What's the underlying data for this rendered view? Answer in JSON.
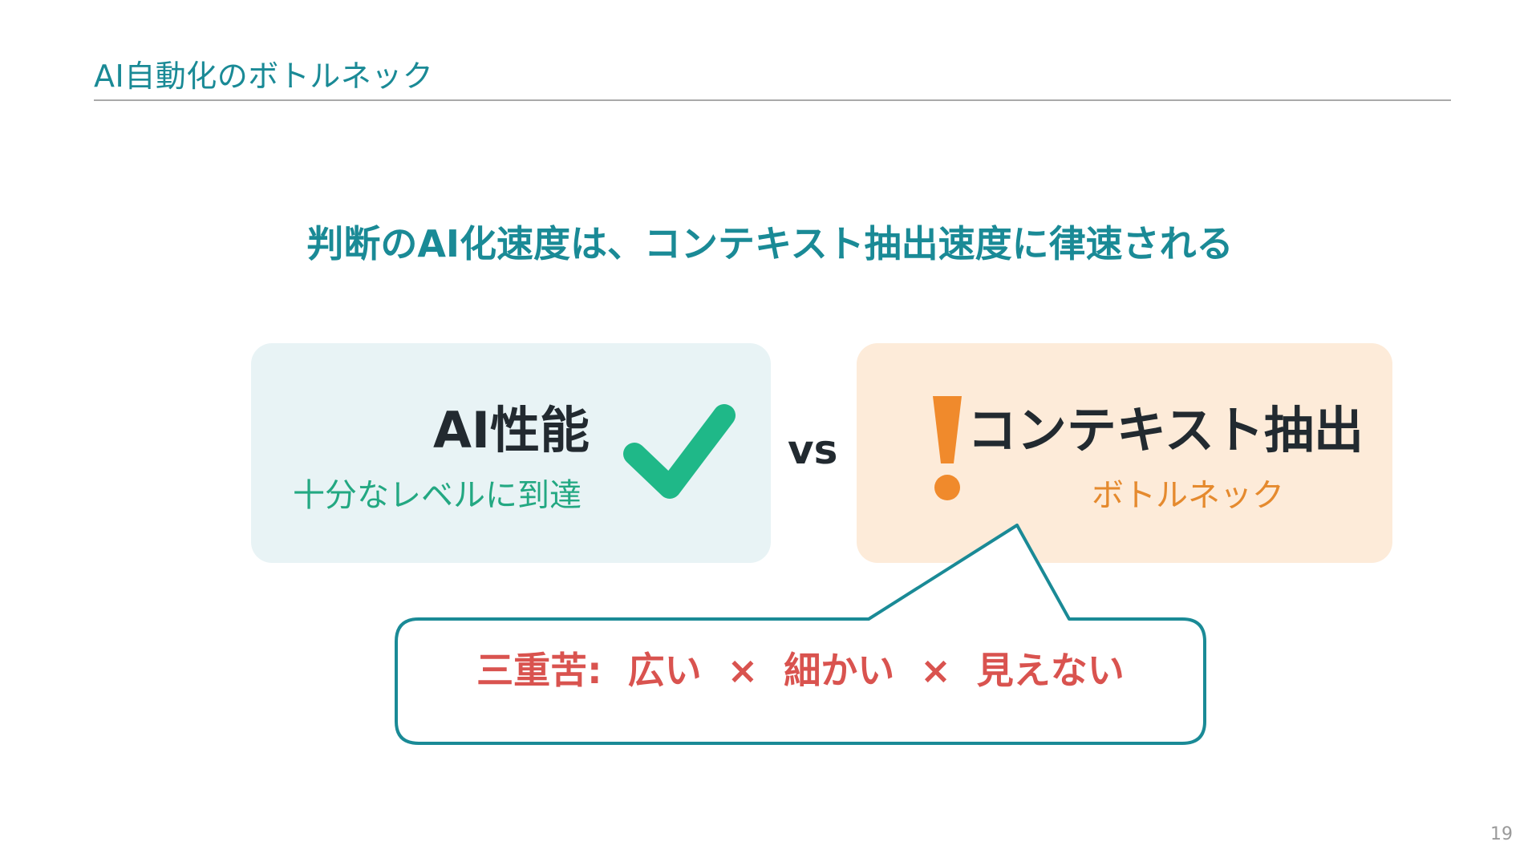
{
  "slide": {
    "title": "AI自動化のボトルネック",
    "headline": "判断のAI化速度は、コンテキスト抽出速度に律速される",
    "page_number": "19"
  },
  "ai_card": {
    "title": "AI性能",
    "subtitle": "十分なレベルに到達",
    "icon": "check-icon",
    "accent_color": "#1fb888",
    "background_color": "#e8f3f5"
  },
  "vs_label": "vs",
  "context_card": {
    "title": "コンテキスト抽出",
    "subtitle": "ボトルネック",
    "icon": "exclamation-icon",
    "accent_color": "#f08a2c",
    "background_color": "#fdebd9"
  },
  "callout": {
    "text": "三重苦:  広い  ×  細かい  ×  見えない",
    "border_color": "#1a8a96",
    "text_color": "#d9534f"
  }
}
